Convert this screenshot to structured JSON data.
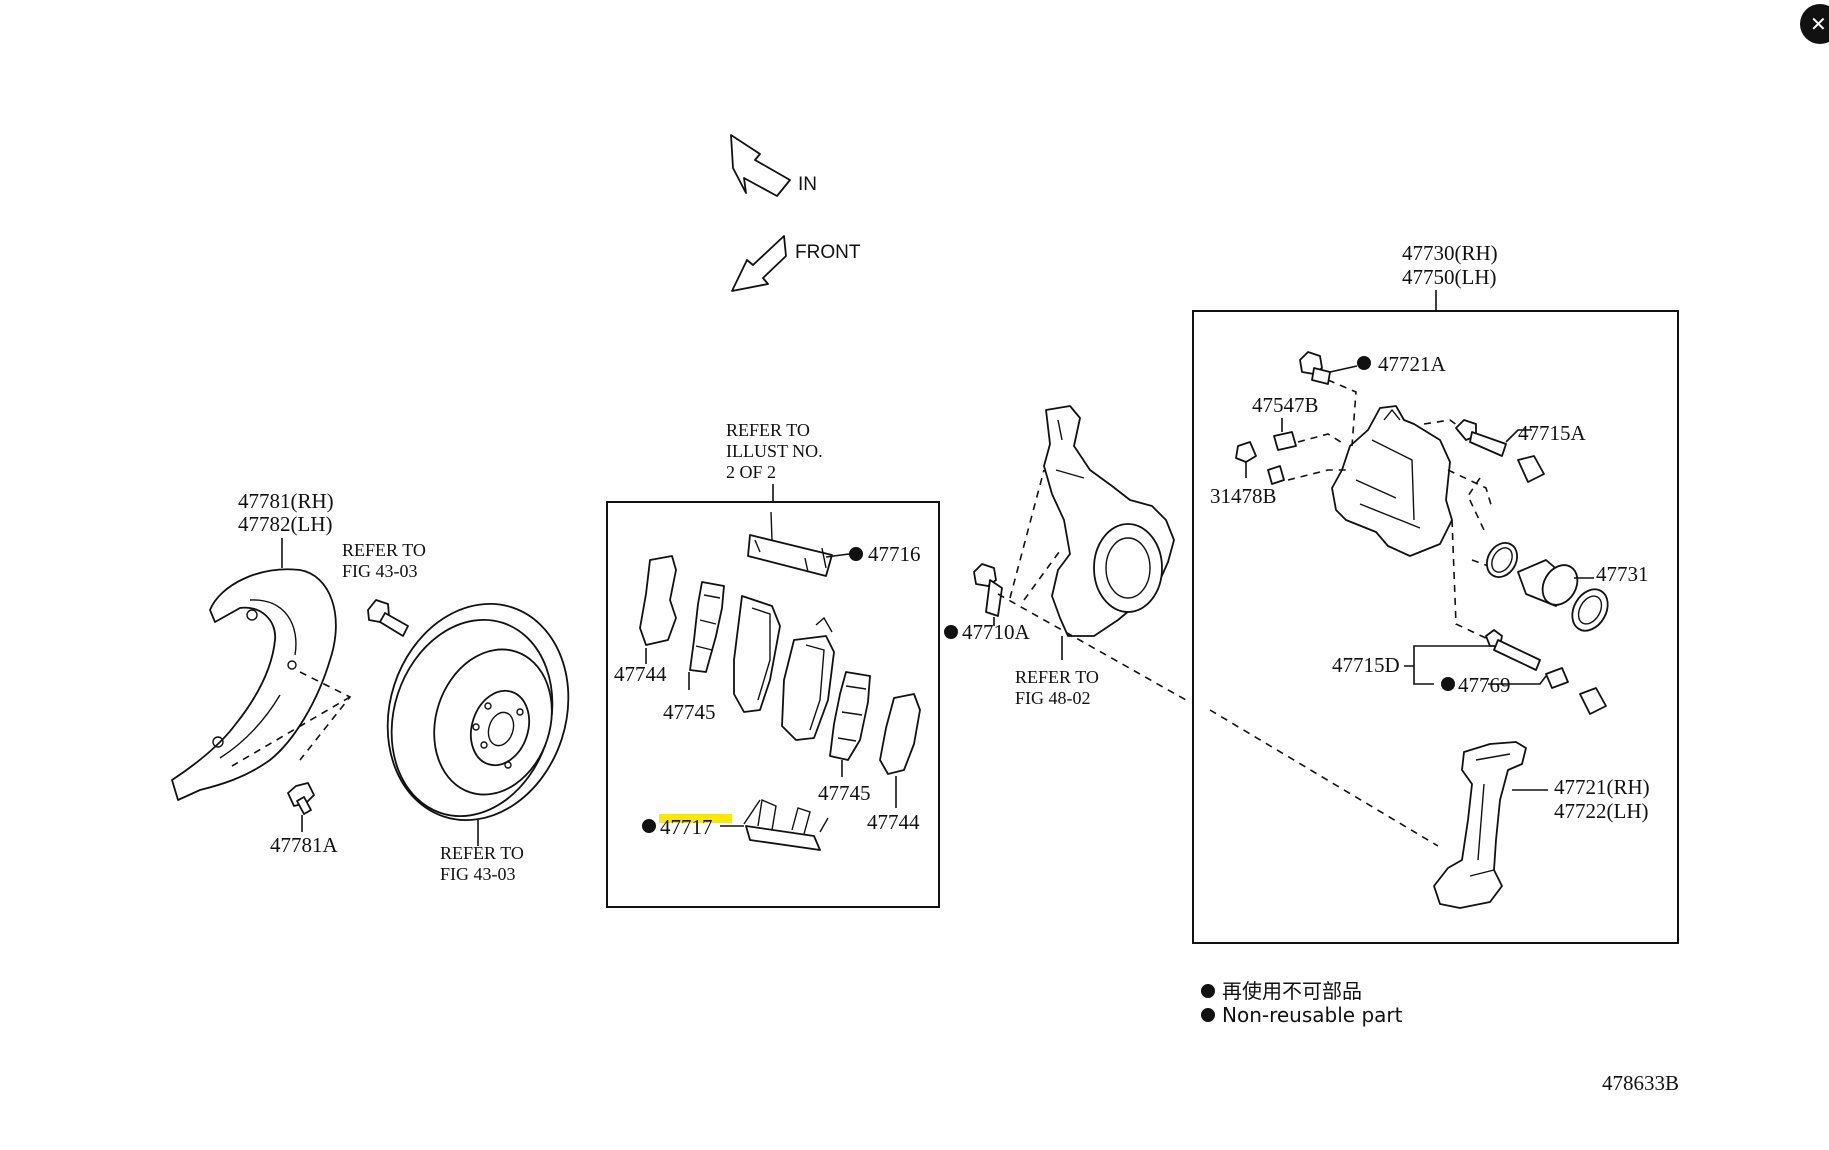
{
  "close_button": {
    "glyph": "✕"
  },
  "direction_labels": {
    "in": "IN",
    "front": "FRONT"
  },
  "callouts": {
    "dust_cover": [
      "47781(RH)",
      "47782(LH)"
    ],
    "dust_cover_bolt": "47781A",
    "rotor_ref_top": [
      "REFER TO",
      "FIG 43-03"
    ],
    "rotor_ref_bottom": [
      "REFER TO",
      "FIG 43-03"
    ],
    "pad_kit_ref": [
      "REFER TO",
      "ILLUST NO.",
      "2 OF 2"
    ],
    "anti_squeal_shim_left": "47744",
    "anti_squeal_shim_right": "47744",
    "inner_shim_left": "47745",
    "inner_shim_right": "47745",
    "pad_support_upper": "47716",
    "pad_support_lower": "47717",
    "mount_bolt": "47710A",
    "knuckle_ref": [
      "REFER TO",
      "FIG 48-02"
    ],
    "caliper_assy": [
      "47730(RH)",
      "47750(LH)"
    ],
    "caliper_bolt": "47721A",
    "bleeder_plug": "47547B",
    "bleeder_cap": "31478B",
    "slide_pin_upper": "47715A",
    "piston": "47731",
    "slide_pin_lower": "47715D",
    "boot": "47769",
    "mounting": [
      "47721(RH)",
      "47722(LH)"
    ]
  },
  "legend": {
    "line_jp": "再使用不可部品",
    "line_en": "Non-reusable part"
  },
  "figure_number": "478633B",
  "highlight_color": "#ffe800"
}
